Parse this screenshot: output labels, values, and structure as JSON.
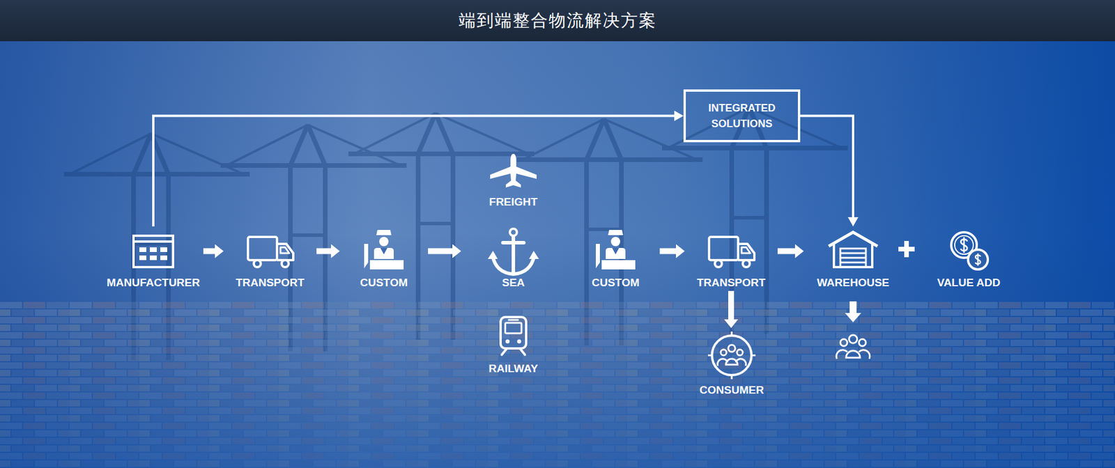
{
  "diagram": {
    "title": "端到端整合物流解决方案",
    "nodes": [
      {
        "text": [
          "MANUFACTURER"
        ]
      },
      {
        "text": [
          "TRANSPORT"
        ]
      },
      {
        "text": [
          "CUSTOM"
        ]
      },
      {
        "text": [
          "FREIGHT"
        ]
      },
      {
        "text": [
          "SEA"
        ]
      },
      {
        "text": [
          "RAILWAY"
        ]
      },
      {
        "text": [
          "CUSTOM"
        ]
      },
      {
        "text": [
          "TRANSPORT"
        ]
      },
      {
        "text": [
          "CONSUMER"
        ]
      },
      {
        "text": [
          "WAREHOUSE"
        ]
      },
      {
        "text": [
          "VALUE ADD"
        ]
      },
      {
        "text": [
          "INTEGRATED SOLUTIONS"
        ]
      }
    ],
    "edges": [
      {
        "from": 0,
        "to": 1,
        "arrow": "to"
      },
      {
        "from": 1,
        "to": 2,
        "arrow": "to"
      },
      {
        "from": 2,
        "to": 4,
        "arrow": "to"
      },
      {
        "from": 6,
        "to": 7,
        "arrow": "to"
      },
      {
        "from": 7,
        "to": 9,
        "arrow": "to"
      },
      {
        "from": 7,
        "to": 8,
        "arrow": "to"
      },
      {
        "from": 0,
        "to": 11,
        "arrow": "to"
      },
      {
        "from": 11,
        "to": 9,
        "arrow": "to"
      }
    ]
  }
}
